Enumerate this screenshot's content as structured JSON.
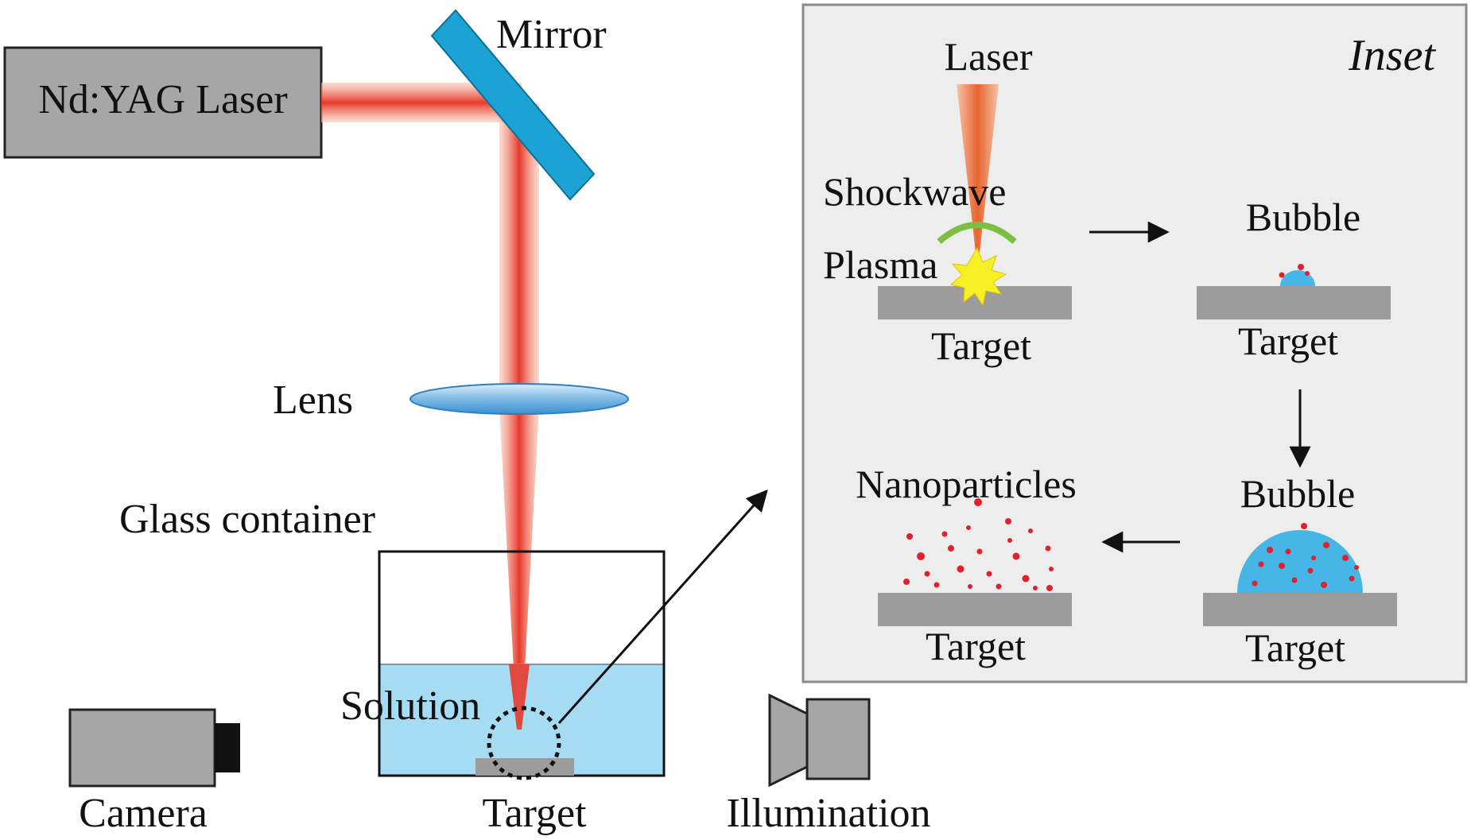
{
  "labels": {
    "laser_box": "Nd:YAG Laser",
    "mirror": "Mirror",
    "lens": "Lens",
    "glass_container": "Glass container",
    "solution": "Solution",
    "target": "Target",
    "camera": "Camera",
    "illumination": "Illumination"
  },
  "inset": {
    "title": "Inset",
    "laser": "Laser",
    "shockwave": "Shockwave",
    "plasma": "Plasma",
    "bubble_1": "Bubble",
    "bubble_2": "Bubble",
    "nanoparticles": "Nanoparticles",
    "target_1": "Target",
    "target_2": "Target",
    "target_3": "Target",
    "target_4": "Target"
  },
  "colors": {
    "beam": "#e8392b",
    "mirror": "#1ba3d6",
    "lens": "#5ea9dd",
    "solution": "#a6dcf3",
    "bubble": "#45b6e5",
    "device_gray": "#a6a6a6",
    "target_gray": "#9c9c9c",
    "inset_bg": "#ededed",
    "plasma": "#f7f024",
    "shockwave": "#7cc043",
    "particle": "#e0202a"
  }
}
